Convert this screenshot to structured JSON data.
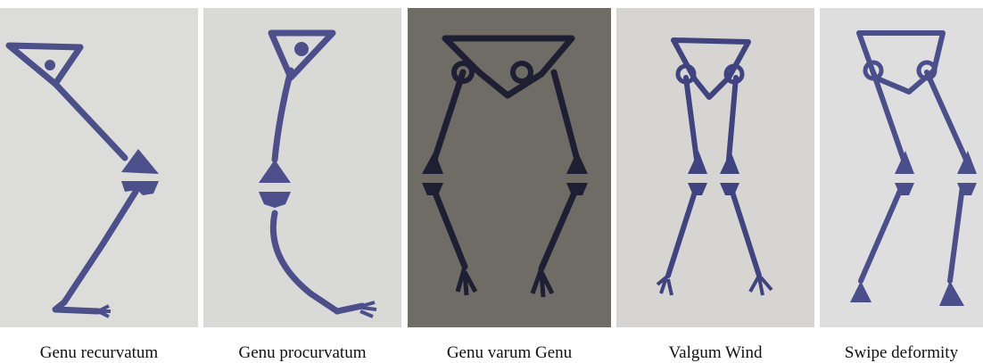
{
  "figures": [
    {
      "caption": "Genu recurvatum",
      "paper_color": "#dcdcd9",
      "ink_color": "#4b4f8a"
    },
    {
      "caption": "Genu procurvatum",
      "paper_color": "#d9d9d6",
      "ink_color": "#4c4f8c"
    },
    {
      "caption": "Genu varum Genu",
      "paper_color": "#6f6b65",
      "ink_color": "#1f1f33"
    },
    {
      "caption": "Valgum Wind",
      "paper_color": "#d6d5d2",
      "ink_color": "#3f4480"
    },
    {
      "caption": "Swipe deformity",
      "paper_color": "#dedede",
      "ink_color": "#4a4f8b"
    }
  ]
}
